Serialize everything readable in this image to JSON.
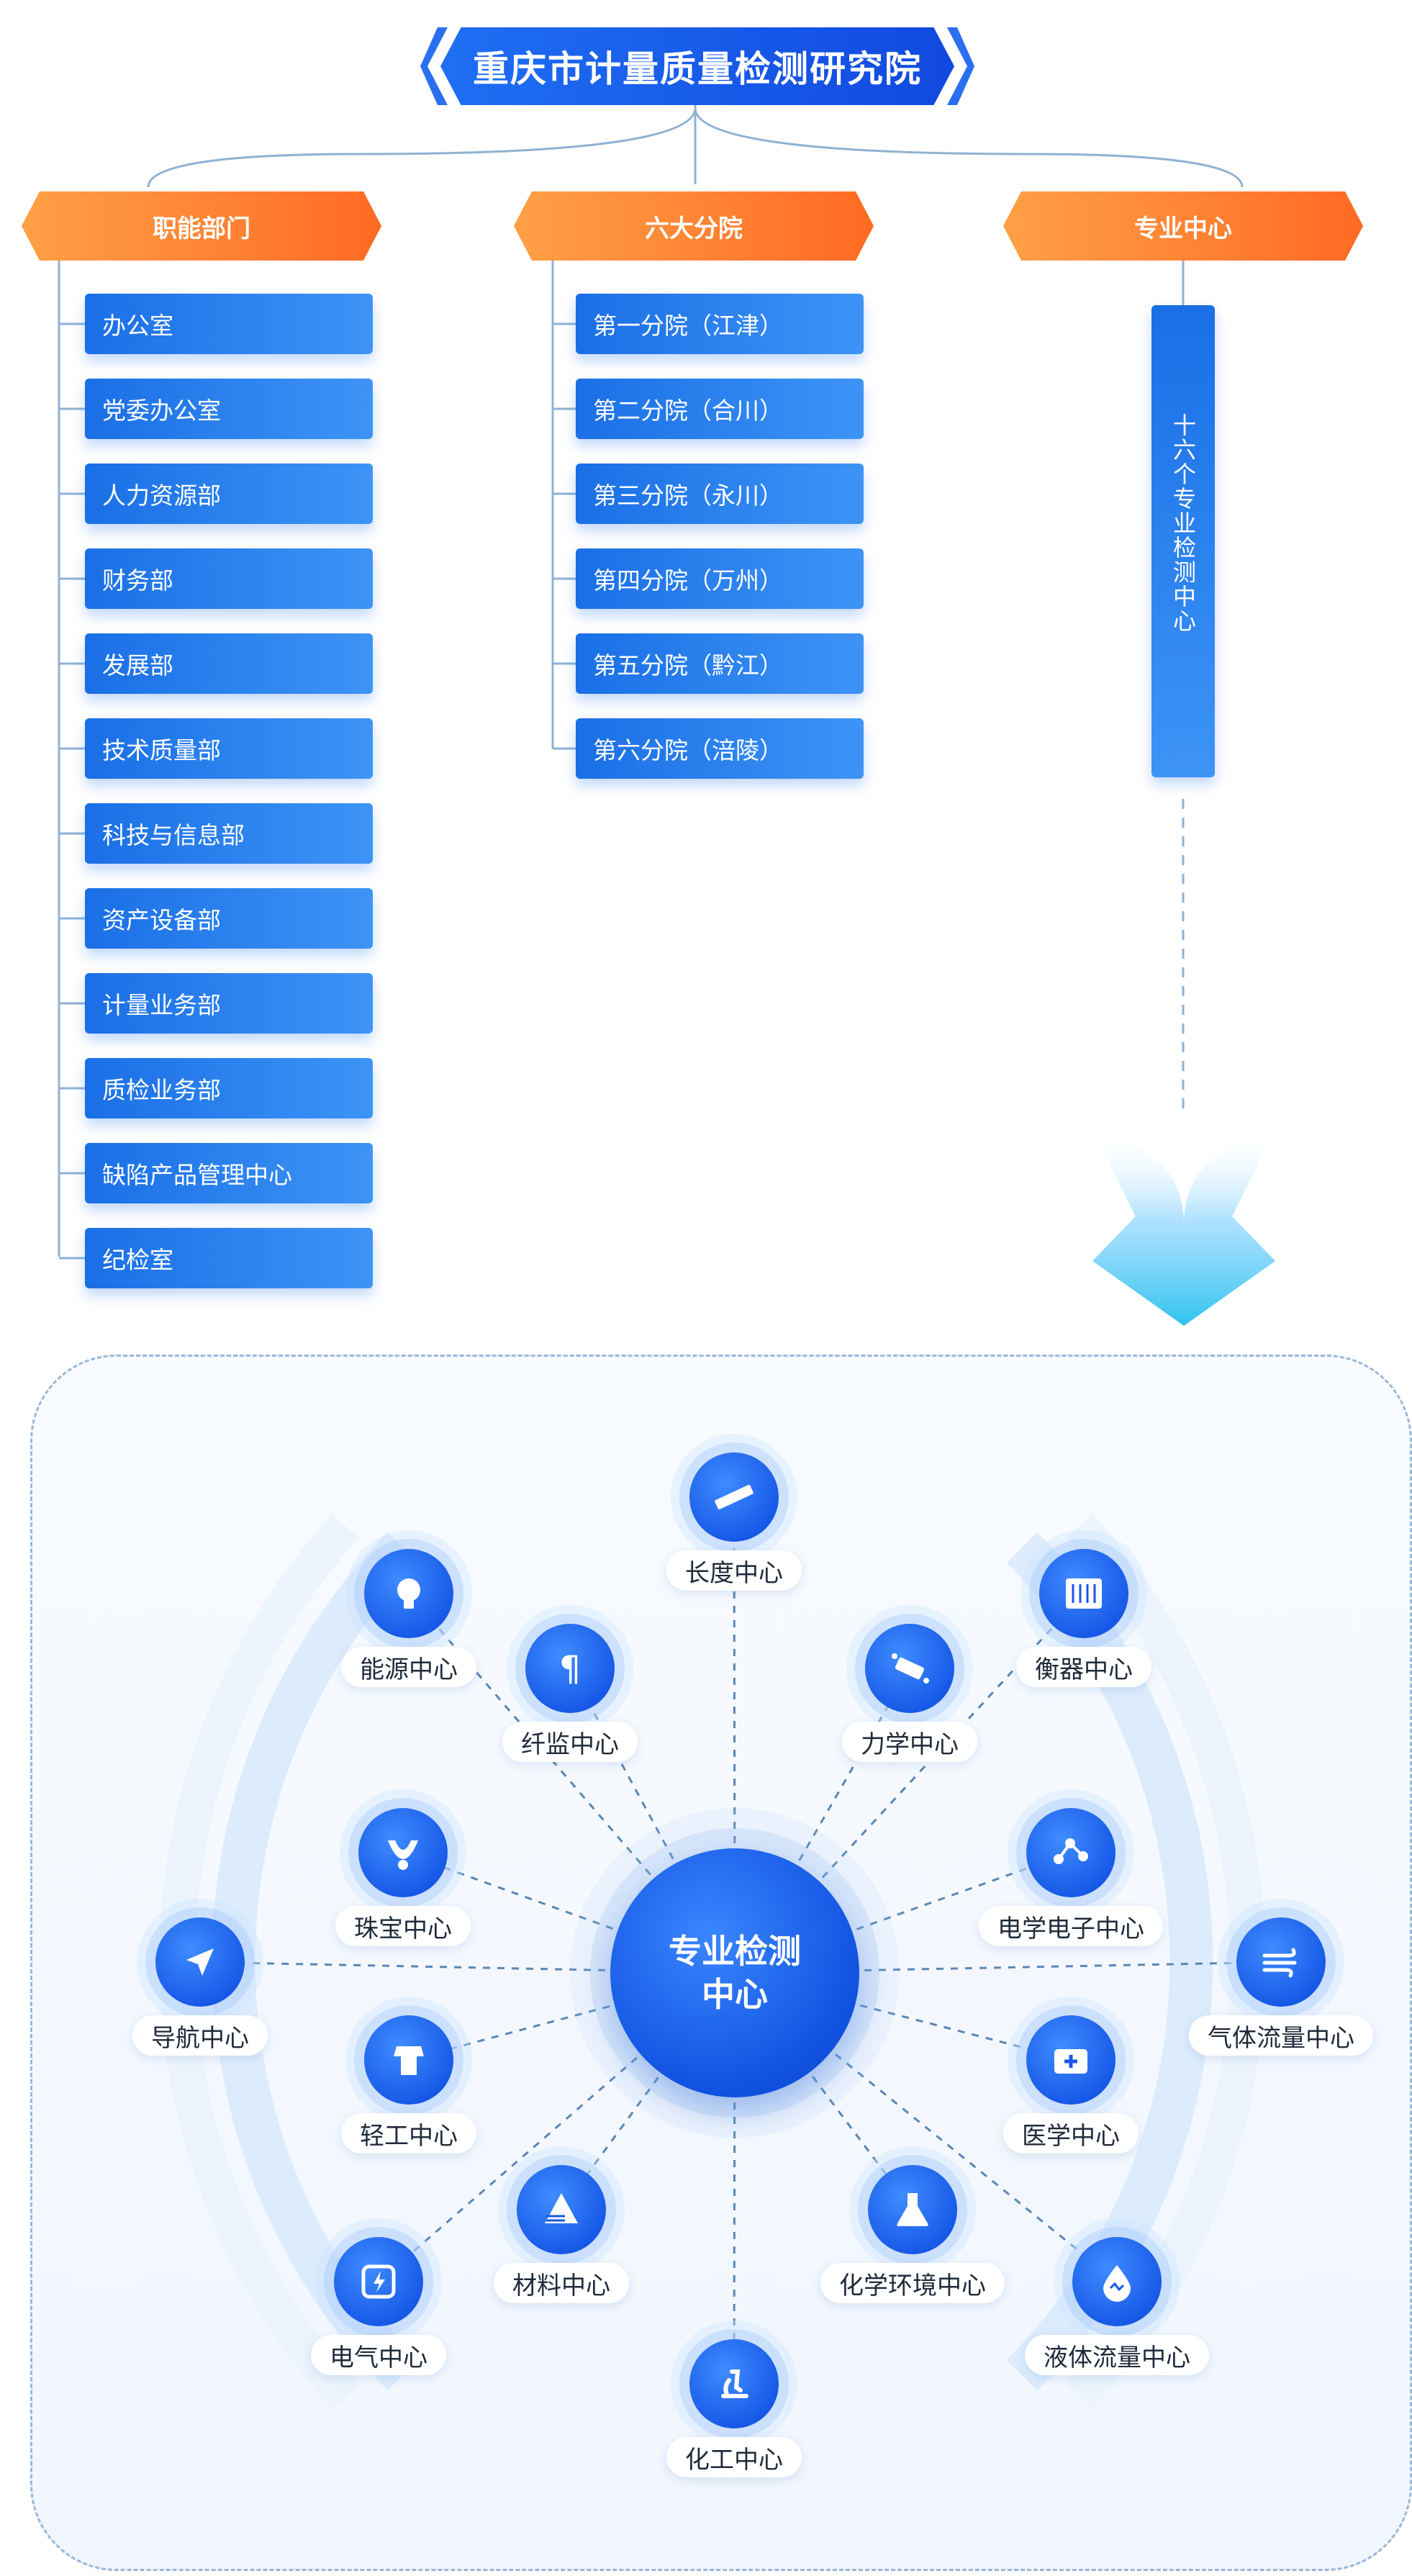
{
  "title": "重庆市计量质量检测研究院",
  "categories": [
    {
      "label": "职能部门"
    },
    {
      "label": "六大分院"
    },
    {
      "label": "专业中心"
    }
  ],
  "departments": [
    "办公室",
    "党委办公室",
    "人力资源部",
    "财务部",
    "发展部",
    "技术质量部",
    "科技与信息部",
    "资产设备部",
    "计量业务部",
    "质检业务部",
    "缺陷产品管理中心",
    "纪检室"
  ],
  "branches": [
    "第一分院（江津）",
    "第二分院（合川）",
    "第三分院（永川）",
    "第四分院（万州）",
    "第五分院（黔江）",
    "第六分院（涪陵）"
  ],
  "specialty_box": "十六个专业检测中心",
  "hub": {
    "line1": "专业检测",
    "line2": "中心"
  },
  "centers": [
    "长度中心",
    "衡器中心",
    "力学中心",
    "纤监中心",
    "能源中心",
    "珠宝中心",
    "电学电子中心",
    "导航中心",
    "气体流量中心",
    "轻工中心",
    "医学中心",
    "材料中心",
    "化学环境中心",
    "电气中心",
    "液体流量中心",
    "化工中心"
  ],
  "colors": {
    "primary_blue": "#1657e6",
    "orange": "#ff7a2a",
    "line": "#6f9fd0"
  }
}
